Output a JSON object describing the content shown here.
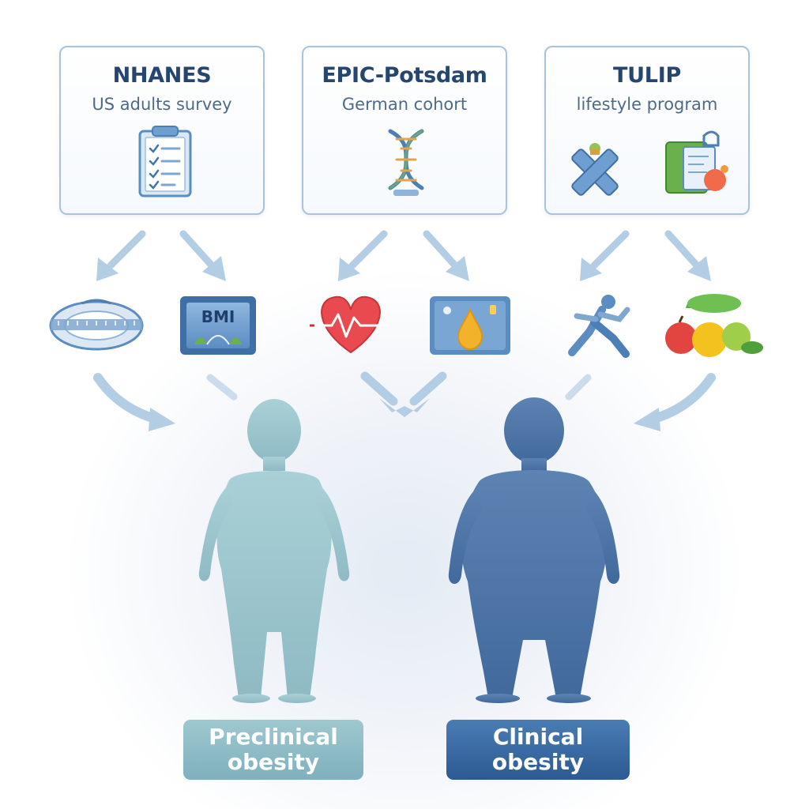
{
  "sources": [
    {
      "id": "nhanes",
      "title": "NHANES",
      "subtitle": "US adults survey",
      "icon": "clipboard-checklist-icon"
    },
    {
      "id": "epic",
      "title": "EPIC-Potsdam",
      "subtitle": "German cohort",
      "icon": "dna-helix-icon"
    },
    {
      "id": "tulip",
      "title": "TULIP",
      "subtitle": "lifestyle program",
      "icon": "cross-and-food-tablet-icon"
    }
  ],
  "measures": [
    {
      "id": "waist",
      "icon": "waist-measuring-tape-icon"
    },
    {
      "id": "bmi",
      "label": "BMI",
      "icon": "bmi-scale-icon"
    },
    {
      "id": "heart",
      "icon": "heart-pulse-icon"
    },
    {
      "id": "lipids",
      "icon": "oil-drop-icon"
    },
    {
      "id": "activity",
      "icon": "running-figure-icon"
    },
    {
      "id": "diet",
      "icon": "fruits-vegetables-icon"
    }
  ],
  "outcomes": [
    {
      "id": "preclinical",
      "label": "Preclinical obesity",
      "color": "#8fbcc6"
    },
    {
      "id": "clinical",
      "label": "Clinical obesity",
      "color": "#3a6aa3"
    }
  ],
  "colors": {
    "card_border": "#a9c3de",
    "title": "#25466f",
    "arrow": "#b3cde4",
    "figure_preclinical": "#a2cbd3",
    "figure_clinical": "#4f78aa"
  }
}
